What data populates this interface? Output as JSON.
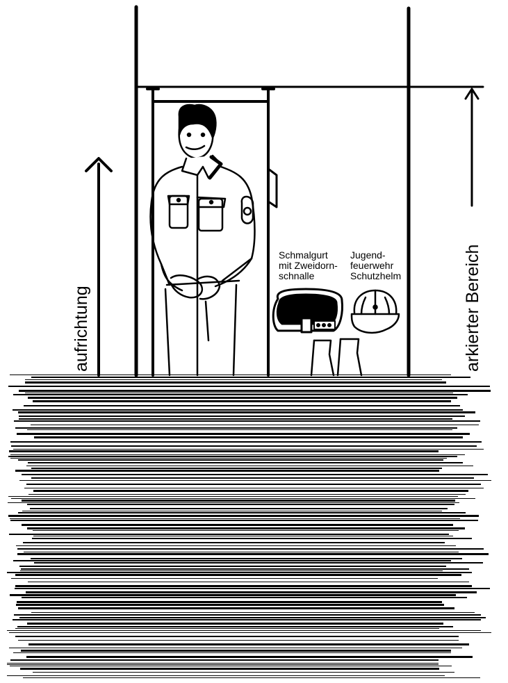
{
  "labels": {
    "left_vertical": "aufrichtung",
    "right_vertical": "arkierter Bereich",
    "belt": "Schmalgurt\nmit Zweidorn-\nschnalle",
    "helmet": "Jugend-\nfeuerwehr\nSchutzhelm"
  },
  "colors": {
    "ink": "#000000",
    "paper": "#ffffff"
  }
}
